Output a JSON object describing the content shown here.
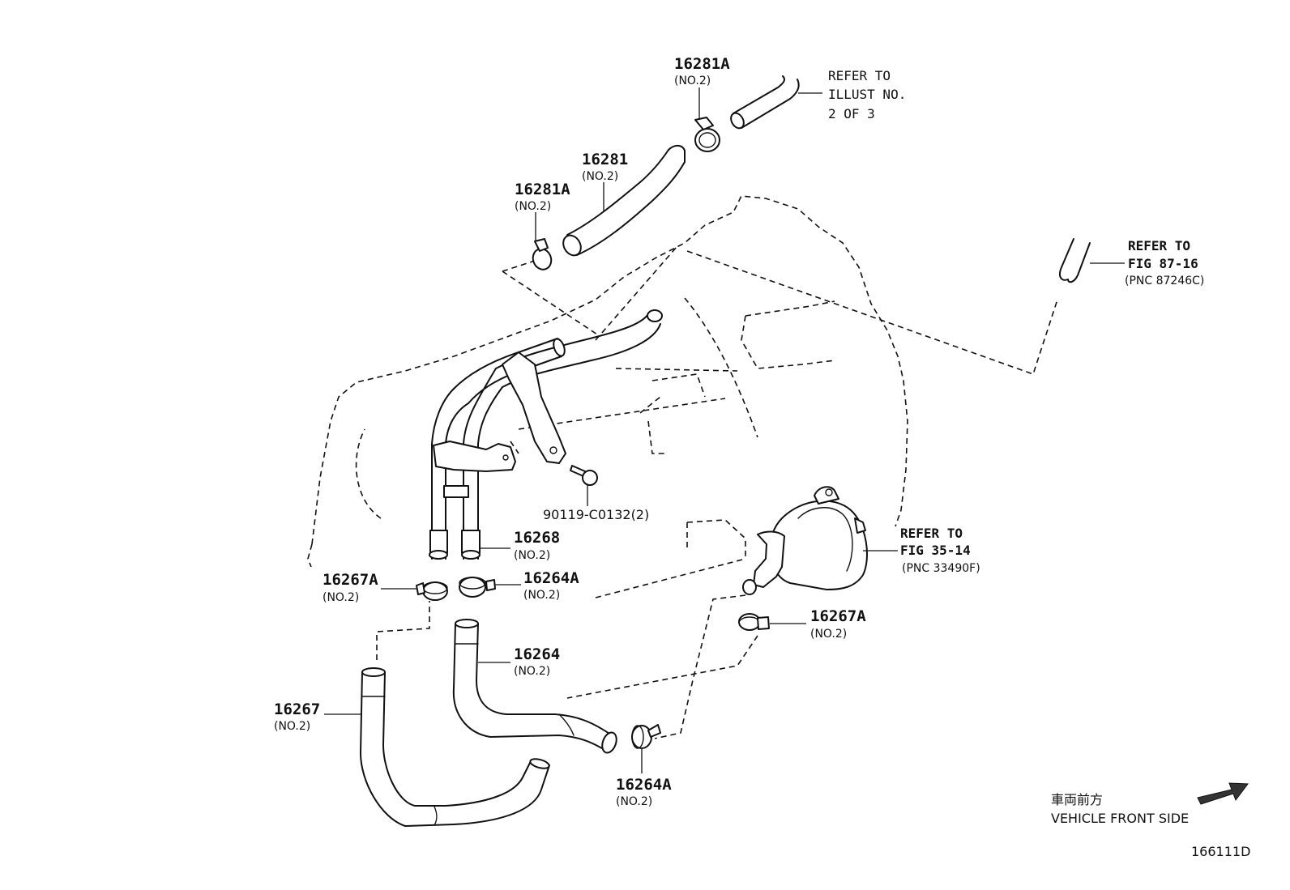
{
  "labels": {
    "l16281A_top": {
      "part": "16281A",
      "sub": "(NO.2)"
    },
    "l16281": {
      "part": "16281",
      "sub": "(NO.2)"
    },
    "l16281A_mid": {
      "part": "16281A",
      "sub": "(NO.2)"
    },
    "l90119": {
      "part": "90119-C0132(2)"
    },
    "l16268": {
      "part": "16268",
      "sub": "(NO.2)"
    },
    "l16267A_left": {
      "part": "16267A",
      "sub": "(NO.2)"
    },
    "l16264A_mid": {
      "part": "16264A",
      "sub": "(NO.2)"
    },
    "l16264": {
      "part": "16264",
      "sub": "(NO.2)"
    },
    "l16267": {
      "part": "16267",
      "sub": "(NO.2)"
    },
    "l16264A_bottom": {
      "part": "16264A",
      "sub": "(NO.2)"
    },
    "l16267A_right": {
      "part": "16267A",
      "sub": "(NO.2)"
    }
  },
  "refs": {
    "illust": {
      "line1": "REFER TO",
      "line2": "ILLUST NO.",
      "line3": "2 OF 3"
    },
    "fig87": {
      "line1": "REFER TO",
      "line2": "FIG 87-16",
      "line3": "(PNC 87246C)"
    },
    "fig35": {
      "line1": "REFER TO",
      "line2": "FIG 35-14",
      "line3": "(PNC 33490F)"
    }
  },
  "direction": {
    "jp": "車両前方",
    "en": "VEHICLE FRONT SIDE",
    "icon": "arrow-icon"
  },
  "diagram_code": "166111D"
}
